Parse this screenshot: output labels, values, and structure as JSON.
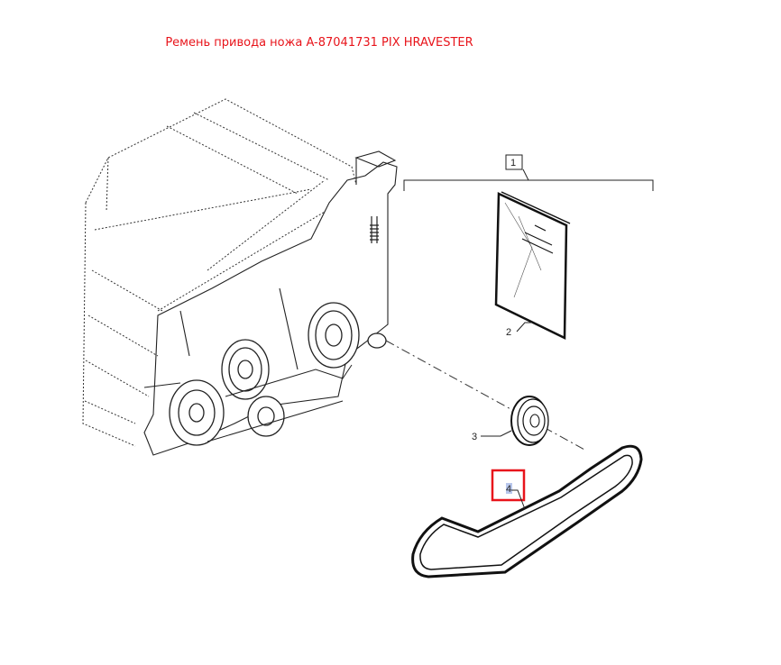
{
  "title": "Ремень привода ножа A-87041731 PIX HRAVESTER",
  "callouts": {
    "group": "1",
    "manual": "2",
    "pulley": "3",
    "belt": "4"
  },
  "colors": {
    "title": "#e8141b",
    "highlight": "#e8141b",
    "line": "#1a1a1a"
  }
}
